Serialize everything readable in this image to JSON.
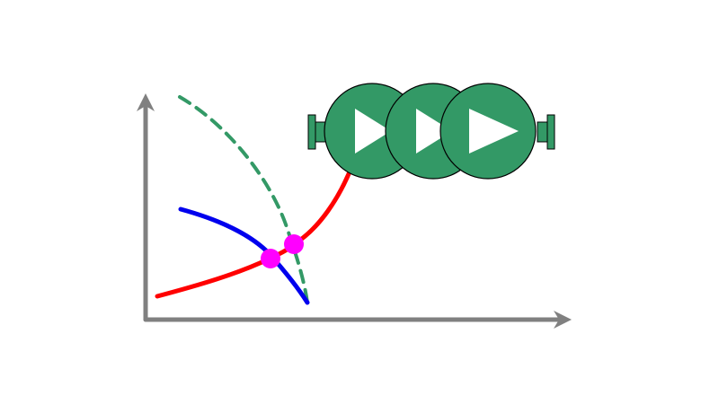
{
  "diagram": {
    "kind": "pump-curve-diagram",
    "title": "",
    "x_axis_label": "",
    "y_axis_label": "",
    "curves": [
      {
        "name": "",
        "role": "system-curve",
        "style": "solid",
        "color": "#ff0000"
      },
      {
        "name": "",
        "role": "single-pump-curve",
        "style": "solid",
        "color": "#0000ee"
      },
      {
        "name": "",
        "role": "pumps-in-series-curve",
        "style": "dashed",
        "color": "#339966"
      }
    ],
    "operating_points": [
      {
        "role": "single-pump-operating-point",
        "color": "#ff00ff"
      },
      {
        "role": "series-pumps-operating-point",
        "color": "#ff00ff"
      }
    ],
    "pump_assembly": {
      "arrangement": "series",
      "pump_count": 3,
      "direction": "left-to-right",
      "pump_color": "#339966",
      "arrow_color": "#ffffff",
      "flange_color": "#339966"
    },
    "colors": {
      "axis": "#808080",
      "background": "#ffffff",
      "outline": "#000000"
    }
  }
}
